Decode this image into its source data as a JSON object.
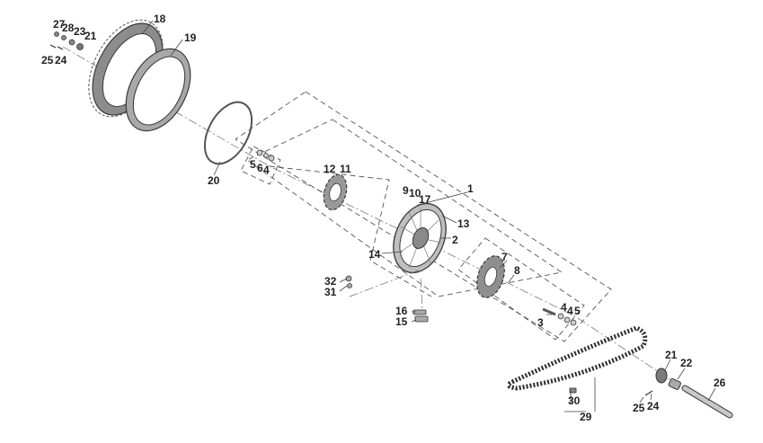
{
  "callouts": {
    "c1": "1",
    "c2": "2",
    "c3": "3",
    "c4a": "4",
    "c4b": "4",
    "c4c": "4",
    "c5a": "5",
    "c5b": "5",
    "c6": "6",
    "c7": "7",
    "c8": "8",
    "c9": "9",
    "c10": "10",
    "c11": "11",
    "c12": "12",
    "c13": "13",
    "c14": "14",
    "c15": "15",
    "c16": "16",
    "c17": "17",
    "c18": "18",
    "c19": "19",
    "c20": "20",
    "c21a": "21",
    "c21b": "21",
    "c22": "22",
    "c23": "23",
    "c24a": "24",
    "c24b": "24",
    "c25a": "25",
    "c25b": "25",
    "c26": "26",
    "c27": "27",
    "c28": "28",
    "c29": "29",
    "c30": "30",
    "c31": "31",
    "c32": "32"
  },
  "colors": {
    "line": "#3a3a3a",
    "tire": "#9a9a9a",
    "tire_dark": "#5a5a5a",
    "metal": "#b5b5b5",
    "background": "#ffffff"
  }
}
